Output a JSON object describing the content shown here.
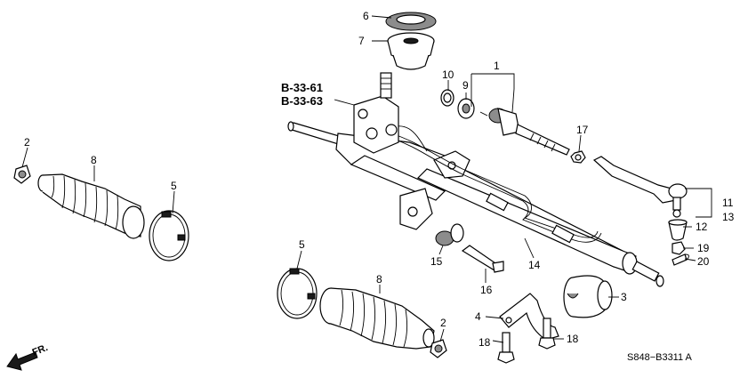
{
  "labels": {
    "p1": "1",
    "p2a": "2",
    "p2b": "2",
    "p3": "3",
    "p4": "4",
    "p5a": "5",
    "p5b": "5",
    "p6": "6",
    "p7": "7",
    "p8a": "8",
    "p8b": "8",
    "p9": "9",
    "p10": "10",
    "p11": "11",
    "p12": "12",
    "p13": "13",
    "p14": "14",
    "p15": "15",
    "p16": "16",
    "p17": "17",
    "p18a": "18",
    "p18b": "18",
    "p19": "19",
    "p20": "20"
  },
  "refs": {
    "ref1": "B-33-61",
    "ref2": "B-33-63"
  },
  "diagram_code": "S848−B3311 A",
  "direction_label": "FR.",
  "colors": {
    "line": "#000000",
    "background": "#ffffff",
    "shade": "#8c8c8c"
  }
}
